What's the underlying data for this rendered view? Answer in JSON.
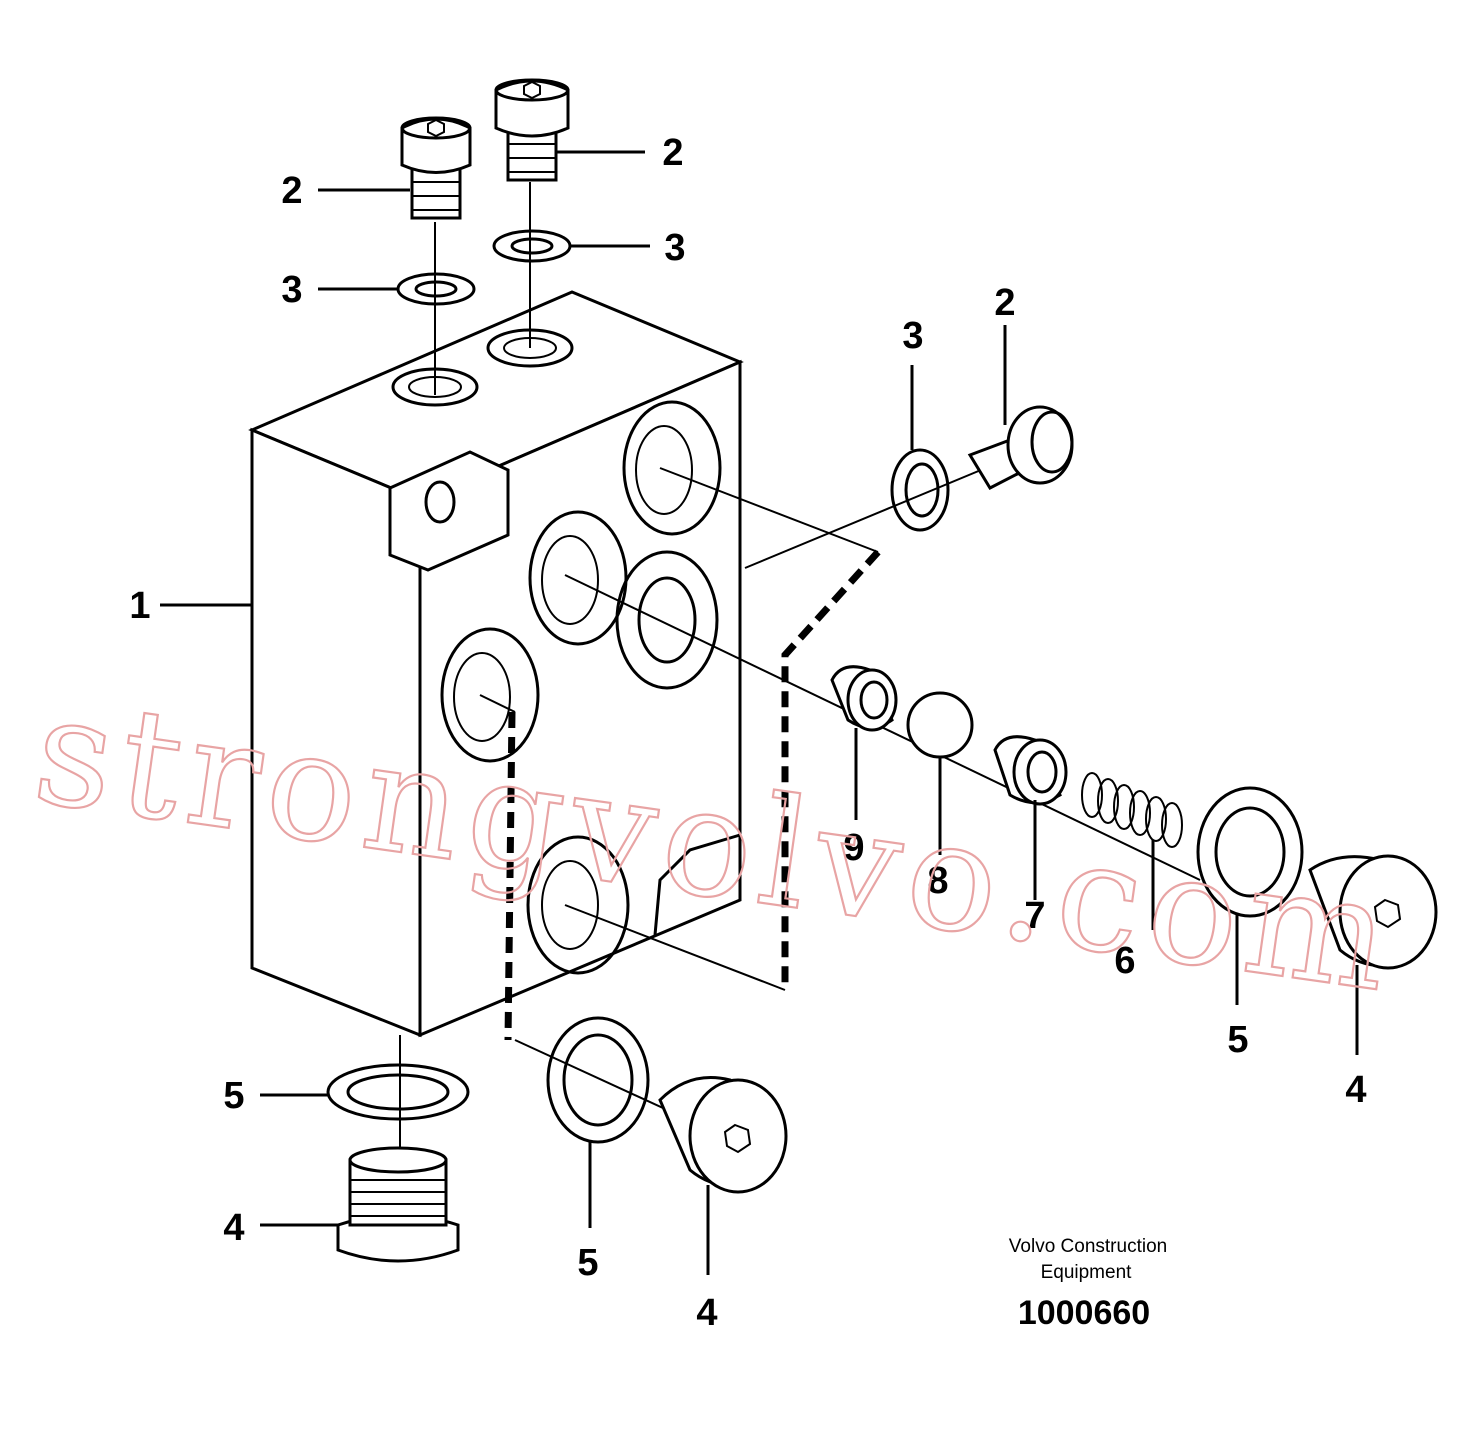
{
  "diagram": {
    "callouts": [
      {
        "id": "c1",
        "text": "1"
      },
      {
        "id": "c2a",
        "text": "2"
      },
      {
        "id": "c2b",
        "text": "2"
      },
      {
        "id": "c2c",
        "text": "2"
      },
      {
        "id": "c3a",
        "text": "3"
      },
      {
        "id": "c3b",
        "text": "3"
      },
      {
        "id": "c3c",
        "text": "3"
      },
      {
        "id": "c4a",
        "text": "4"
      },
      {
        "id": "c4b",
        "text": "4"
      },
      {
        "id": "c4c",
        "text": "4"
      },
      {
        "id": "c5a",
        "text": "5"
      },
      {
        "id": "c5b",
        "text": "5"
      },
      {
        "id": "c5c",
        "text": "5"
      },
      {
        "id": "c6",
        "text": "6"
      },
      {
        "id": "c7",
        "text": "7"
      },
      {
        "id": "c8",
        "text": "8"
      },
      {
        "id": "c9",
        "text": "9"
      }
    ],
    "caption_line1": "Volvo Construction",
    "caption_line2": "Equipment",
    "drawing_number": "1000660",
    "watermark": "strongvolvo.com"
  },
  "colors": {
    "line": "#000000",
    "watermark": "#e8a4a4",
    "background": "#ffffff"
  }
}
